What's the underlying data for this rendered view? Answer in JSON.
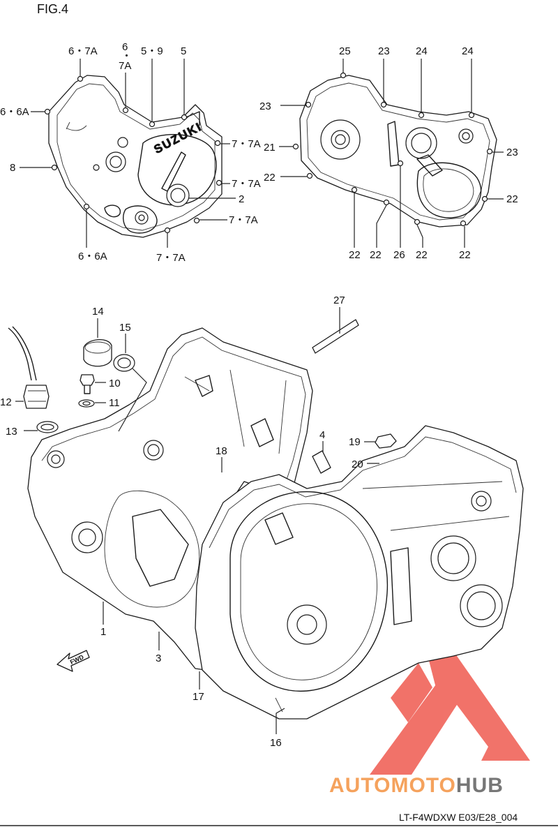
{
  "figure": {
    "title": "FIG.4",
    "code": "LT-F4WDXW E03/E28_004"
  },
  "cover_logo": "SUZUKI",
  "fwd_label": "FWD",
  "watermark": {
    "part1": "AUTOMOTO",
    "part2": "HUB",
    "color1": "#f5a25d",
    "color2": "#777777",
    "triangle_color": "#ef5a50"
  },
  "callouts": [
    {
      "text": "6・7A"
    },
    {
      "text": "6"
    },
    {
      "text": "・"
    },
    {
      "text": "7A"
    },
    {
      "text": "5・9"
    },
    {
      "text": "5"
    },
    {
      "text": "6・6A"
    },
    {
      "text": "7・7A"
    },
    {
      "text": "8"
    },
    {
      "text": "7・7A"
    },
    {
      "text": "2"
    },
    {
      "text": "7・7A"
    },
    {
      "text": "6・6A"
    },
    {
      "text": "7・7A"
    },
    {
      "text": "25"
    },
    {
      "text": "23"
    },
    {
      "text": "24"
    },
    {
      "text": "24"
    },
    {
      "text": "23"
    },
    {
      "text": "21"
    },
    {
      "text": "23"
    },
    {
      "text": "22"
    },
    {
      "text": "22"
    },
    {
      "text": "22"
    },
    {
      "text": "22"
    },
    {
      "text": "26"
    },
    {
      "text": "22"
    },
    {
      "text": "22"
    },
    {
      "text": "27"
    },
    {
      "text": "14"
    },
    {
      "text": "15"
    },
    {
      "text": "10"
    },
    {
      "text": "12"
    },
    {
      "text": "11"
    },
    {
      "text": "13"
    },
    {
      "text": "18"
    },
    {
      "text": "4"
    },
    {
      "text": "19"
    },
    {
      "text": "20"
    },
    {
      "text": "1"
    },
    {
      "text": "3"
    },
    {
      "text": "17"
    },
    {
      "text": "16"
    }
  ]
}
